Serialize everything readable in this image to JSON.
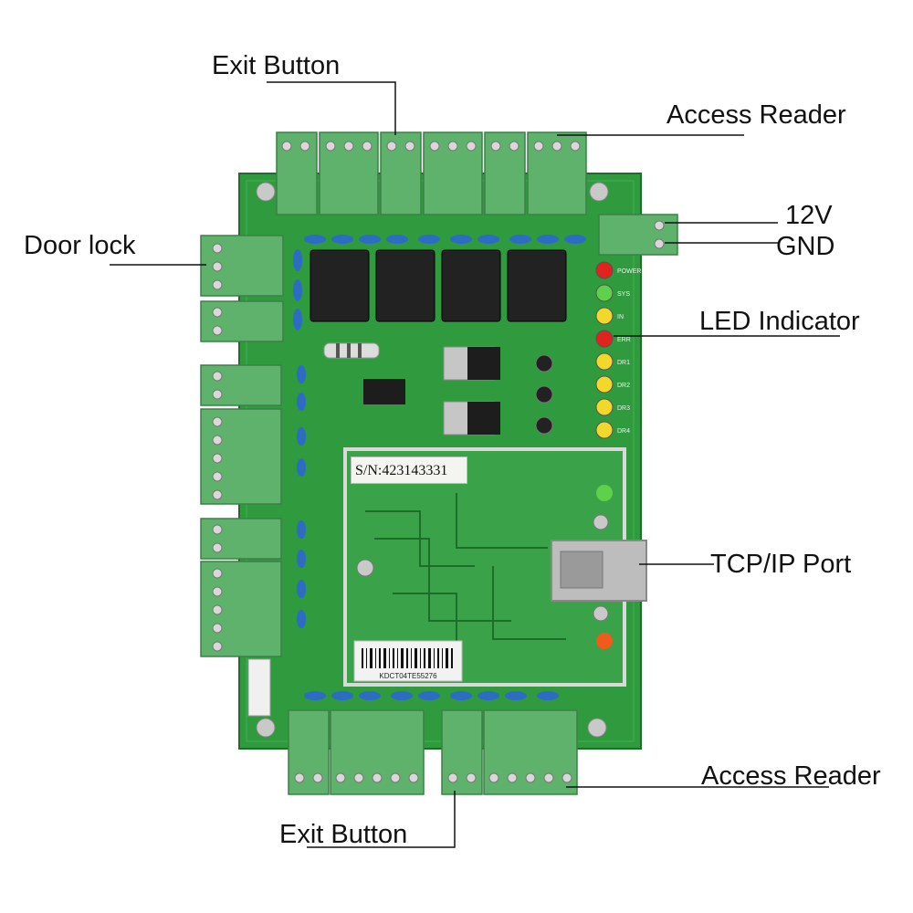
{
  "labels": {
    "exit_button_top": "Exit Button",
    "access_reader_top": "Access Reader",
    "v12": "12V",
    "gnd": "GND",
    "door_lock": "Door lock",
    "led_indicator": "LED Indicator",
    "tcpip_port": "TCP/IP Port",
    "access_reader_bottom": "Access Reader",
    "exit_button_bottom": "Exit Button"
  },
  "board": {
    "serial_label": "S/N:423143331",
    "barcode_text": "KDCT04TE55276"
  },
  "leds": [
    {
      "label": "POWER",
      "color": "#e0231c"
    },
    {
      "label": "SYS",
      "color": "#5fd04a"
    },
    {
      "label": "IN",
      "color": "#f2d82b"
    },
    {
      "label": "ERR",
      "color": "#e0231c"
    },
    {
      "label": "DR1",
      "color": "#f2d82b"
    },
    {
      "label": "DR2",
      "color": "#f2d82b"
    },
    {
      "label": "DR3",
      "color": "#f2d82b"
    },
    {
      "label": "DR4",
      "color": "#f2d82b"
    }
  ],
  "colors": {
    "pcb": "#2f9a3e",
    "terminal": "#5fb26b",
    "capacitor": "#2c6cc4",
    "relay": "#222222"
  }
}
